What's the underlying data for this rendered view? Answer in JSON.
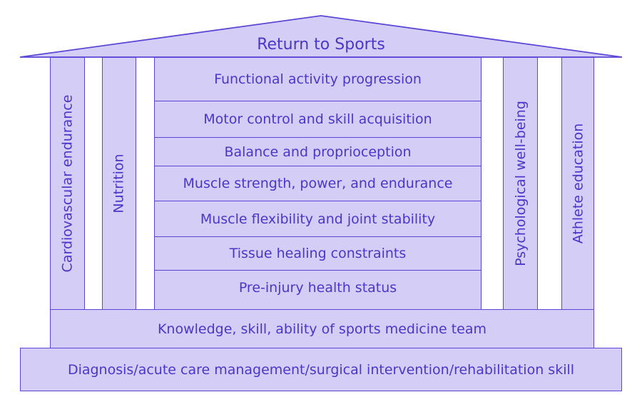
{
  "colors": {
    "fill": "#d4cef7",
    "stroke": "#5a47d6",
    "text": "#4a36c9",
    "background": "#ffffff"
  },
  "roof": {
    "label": "Return to Sports"
  },
  "pillars_left": [
    {
      "label": "Cardiovascular endurance"
    },
    {
      "label": "Nutrition"
    }
  ],
  "pillars_right": [
    {
      "label": "Psychological well-being"
    },
    {
      "label": "Athlete education"
    }
  ],
  "center_stack": [
    {
      "label": "Functional activity progression"
    },
    {
      "label": "Motor control and skill acquisition"
    },
    {
      "label": "Balance and proprioception"
    },
    {
      "label": "Muscle strength, power, and endurance"
    },
    {
      "label": "Muscle flexibility and joint stability"
    },
    {
      "label": "Tissue healing constraints"
    },
    {
      "label": "Pre-injury health status"
    }
  ],
  "foundation": {
    "upper": {
      "label": "Knowledge, skill, ability of sports medicine team"
    },
    "lower": {
      "label": "Diagnosis/acute care management/surgical intervention/rehabilitation skill"
    }
  }
}
